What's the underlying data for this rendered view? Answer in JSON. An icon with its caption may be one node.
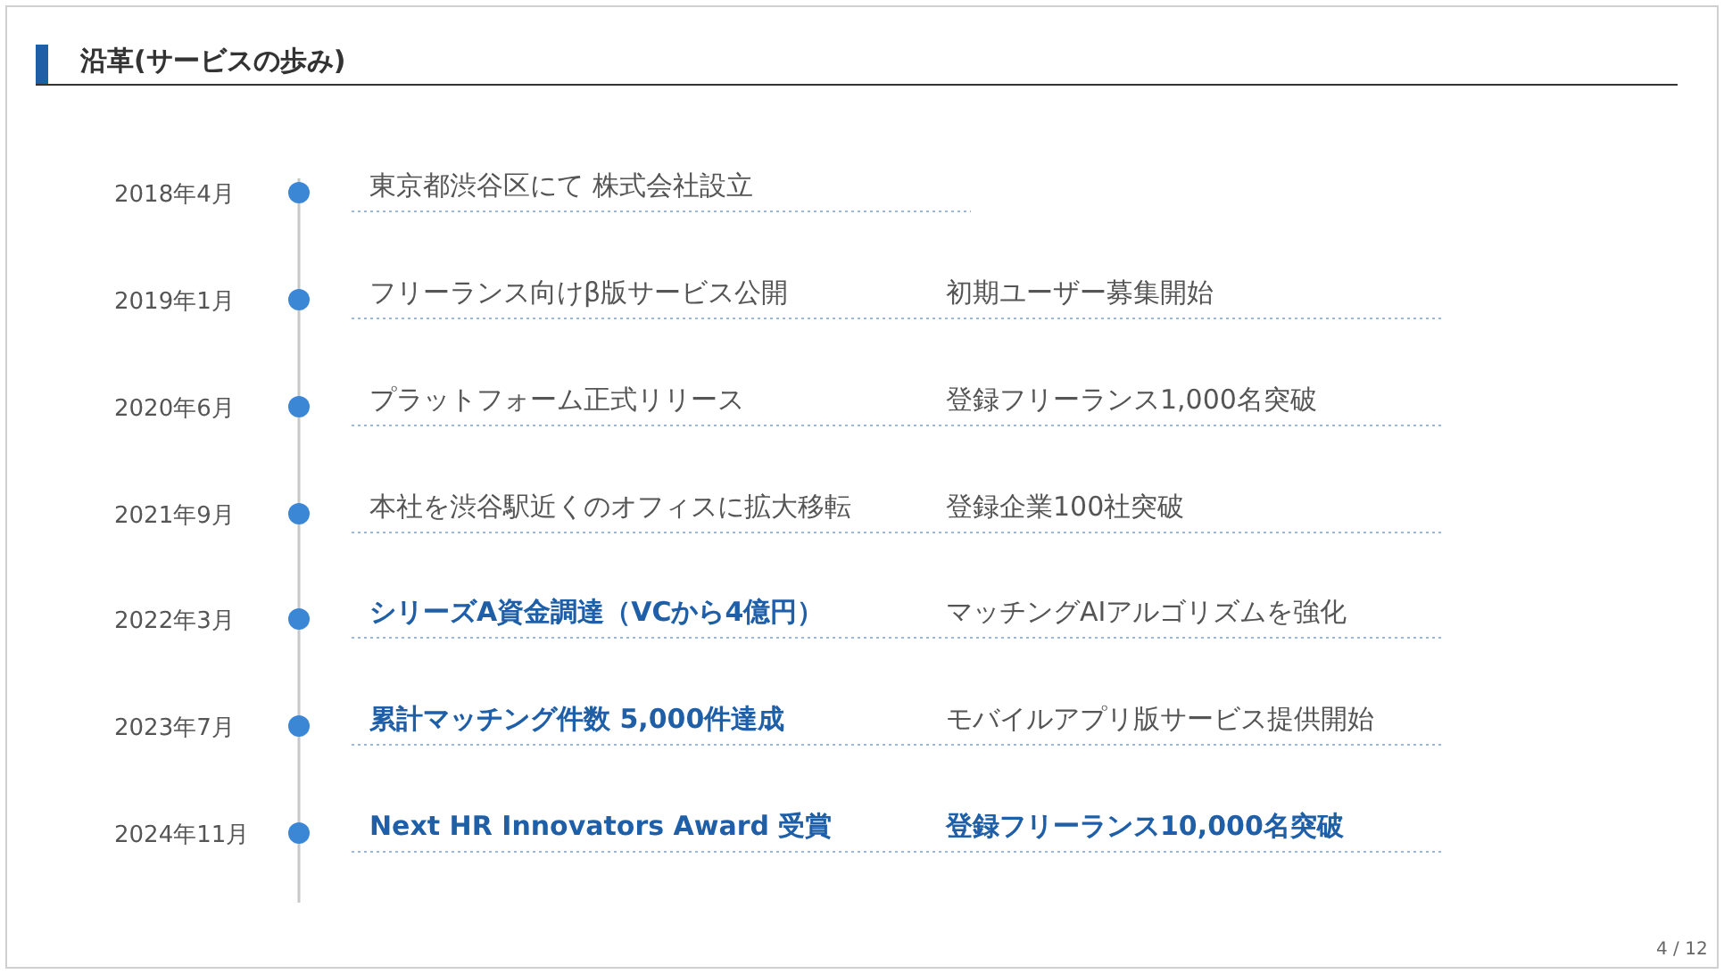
{
  "diagram": {
    "title": "沿革(サービスの歩み)",
    "labels": [
      "2018年4月",
      "東京都渋谷区にて 株式会社設立",
      "2019年1月",
      "フリーランス向けβ版サービス公開",
      "初期ユーザー募集開始",
      "2020年6月",
      "プラットフォーム正式リリース",
      "登録フリーランス1,000名突破",
      "2021年9月",
      "本社を渋谷駅近くのオフィスに拡大移転",
      "登録企業100社突破",
      "2022年3月",
      "シリーズA資金調達（VCから4億円）",
      "マッチングAIアルゴリズムを強化",
      "2023年7月",
      "累計マッチング件数 5,000件達成",
      "モバイルアプリ版サービス提供開始",
      "2024年11月",
      "Next HR Innovators Award 受賞",
      "登録フリーランス10,000名突破",
      "4 / 12"
    ]
  }
}
